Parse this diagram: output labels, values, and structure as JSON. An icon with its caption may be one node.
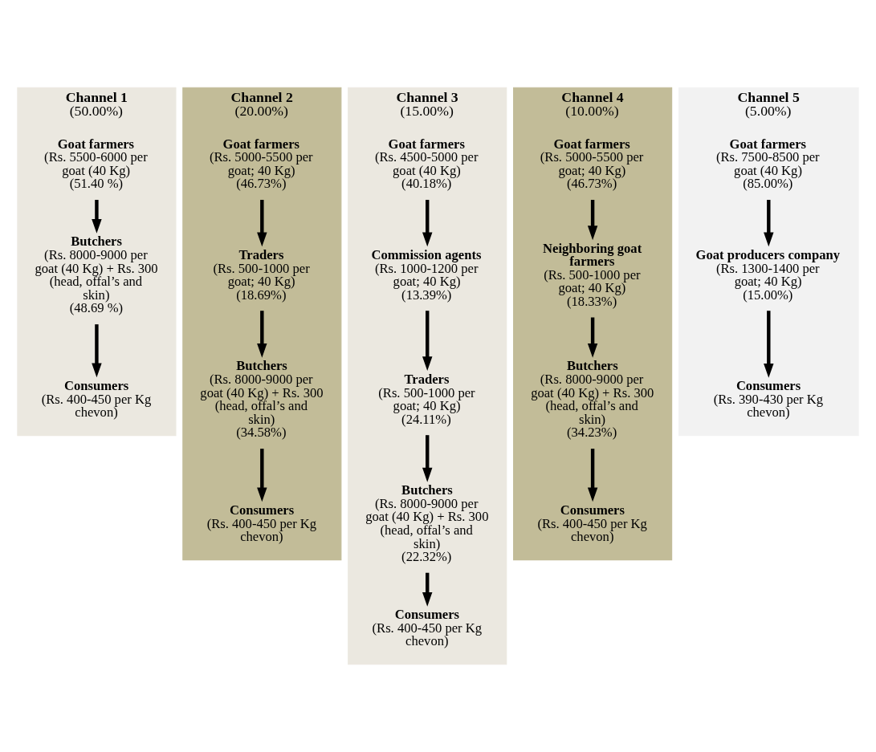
{
  "diagram": {
    "nodes": [
      {
        "text": [
          "Channel 1",
          "(50.00%)"
        ]
      },
      {
        "text": [
          "Goat farmers",
          "(Rs. 5500-6000 per goat (40 Kg)",
          "(51.40 %)"
        ],
        "in": 0
      },
      {
        "text": [
          "Butchers",
          "(Rs. 8000-9000 per goat (40 Kg) + Rs. 300 (head, offal’s and skin)",
          "(48.69 %)"
        ],
        "in": 0
      },
      {
        "text": [
          "Consumers",
          "(Rs. 400-450 per Kg chevon)"
        ],
        "in": 0
      },
      {
        "text": [
          "Channel 2",
          "(20.00%)"
        ]
      },
      {
        "text": [
          "Goat farmers",
          "(Rs. 5000-5500 per goat; 40 Kg)",
          "(46.73%)"
        ],
        "in": 4
      },
      {
        "text": [
          "Traders",
          "(Rs. 500-1000 per goat; 40 Kg)",
          "(18.69%)"
        ],
        "in": 4
      },
      {
        "text": [
          "Butchers",
          "(Rs. 8000-9000 per goat (40 Kg) + Rs. 300 (head, offal’s and skin)",
          "(34.58%)"
        ],
        "in": 4
      },
      {
        "text": [
          "Consumers",
          "(Rs. 400-450 per Kg chevon)"
        ],
        "in": 4
      },
      {
        "text": [
          "Channel 3",
          "(15.00%)"
        ]
      },
      {
        "text": [
          "Goat farmers",
          "(Rs. 4500-5000 per goat (40 Kg)",
          "(40.18%)"
        ],
        "in": 9
      },
      {
        "text": [
          "Commission agents",
          "(Rs. 1000-1200 per goat; 40 Kg)",
          "(13.39%)"
        ],
        "in": 9
      },
      {
        "text": [
          "Traders",
          "(Rs. 500-1000 per goat; 40 Kg)",
          "(24.11%)"
        ],
        "in": 9
      },
      {
        "text": [
          "Butchers",
          "(Rs. 8000-9000 per goat (40 Kg) + Rs. 300 (head, offal’s and skin)",
          "(22.32%)"
        ],
        "in": 9
      },
      {
        "text": [
          "Consumers",
          "(Rs. 400-450 per Kg chevon)"
        ],
        "in": 9
      },
      {
        "text": [
          "Channel 4",
          "(10.00%)"
        ]
      },
      {
        "text": [
          "Goat farmers",
          "(Rs. 5000-5500 per goat; 40 Kg)",
          "(46.73%)"
        ],
        "in": 15
      },
      {
        "text": [
          "Neighboring goat farmers",
          "(Rs. 500-1000 per goat; 40 Kg)",
          "(18.33%)"
        ],
        "in": 15
      },
      {
        "text": [
          "Butchers",
          "(Rs. 8000-9000 per goat (40 Kg) + Rs. 300 (head, offal’s and skin)",
          "(34.23%)"
        ],
        "in": 15
      },
      {
        "text": [
          "Consumers",
          "(Rs. 400-450 per Kg chevon)"
        ],
        "in": 15
      },
      {
        "text": [
          "Channel 5",
          "(5.00%)"
        ]
      },
      {
        "text": [
          "Goat farmers",
          "(Rs. 7500-8500 per goat (40 Kg)",
          "(85.00%)"
        ],
        "in": 20
      },
      {
        "text": [
          "Goat producers company",
          "(Rs. 1300-1400 per goat; 40 Kg)",
          "(15.00%)"
        ],
        "in": 20
      },
      {
        "text": [
          "Consumers",
          "(Rs. 390-430 per Kg chevon)"
        ],
        "in": 20
      }
    ],
    "edges": [
      {
        "from": 1,
        "to": 2,
        "arrow": "to"
      },
      {
        "from": 2,
        "to": 3,
        "arrow": "to"
      },
      {
        "from": 5,
        "to": 6,
        "arrow": "to"
      },
      {
        "from": 6,
        "to": 7,
        "arrow": "to"
      },
      {
        "from": 7,
        "to": 8,
        "arrow": "to"
      },
      {
        "from": 10,
        "to": 11,
        "arrow": "to"
      },
      {
        "from": 11,
        "to": 12,
        "arrow": "to"
      },
      {
        "from": 12,
        "to": 13,
        "arrow": "to"
      },
      {
        "from": 13,
        "to": 14,
        "arrow": "to"
      },
      {
        "from": 16,
        "to": 17,
        "arrow": "to"
      },
      {
        "from": 17,
        "to": 18,
        "arrow": "to"
      },
      {
        "from": 18,
        "to": 19,
        "arrow": "to"
      },
      {
        "from": 21,
        "to": 22,
        "arrow": "to"
      },
      {
        "from": 22,
        "to": 23,
        "arrow": "to"
      }
    ]
  }
}
